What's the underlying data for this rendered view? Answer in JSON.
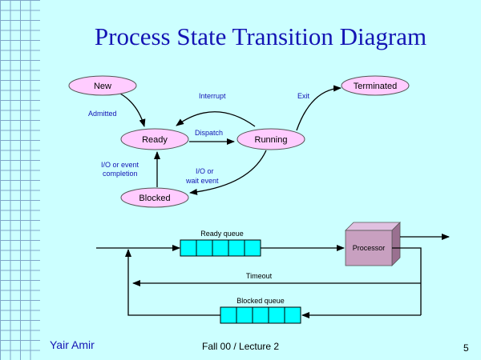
{
  "slide": {
    "title": "Process State Transition Diagram",
    "footer_author": "Yair Amir",
    "footer_course": "Fall 00 / Lecture 2",
    "page_number": "5"
  },
  "state_diagram": {
    "states": {
      "new": "New",
      "ready": "Ready",
      "running": "Running",
      "blocked": "Blocked",
      "terminated": "Terminated"
    },
    "transitions": {
      "admitted": "Admitted",
      "interrupt": "Interrupt",
      "dispatch": "Dispatch",
      "exit": "Exit",
      "io_wait_1": "I/O or",
      "io_wait_2": "wait event",
      "io_completion_1": "I/O or event",
      "io_completion_2": "completion"
    }
  },
  "queue_diagram": {
    "ready_queue_label": "Ready queue",
    "processor_label": "Processor",
    "timeout_label": "Timeout",
    "blocked_queue_label": "Blocked queue"
  },
  "colors": {
    "background": "#ccffff",
    "title": "#1414b4",
    "state_fill": "#ffccff",
    "queue_fill": "#00ffff",
    "processor_fill": "#c8a0c0"
  }
}
